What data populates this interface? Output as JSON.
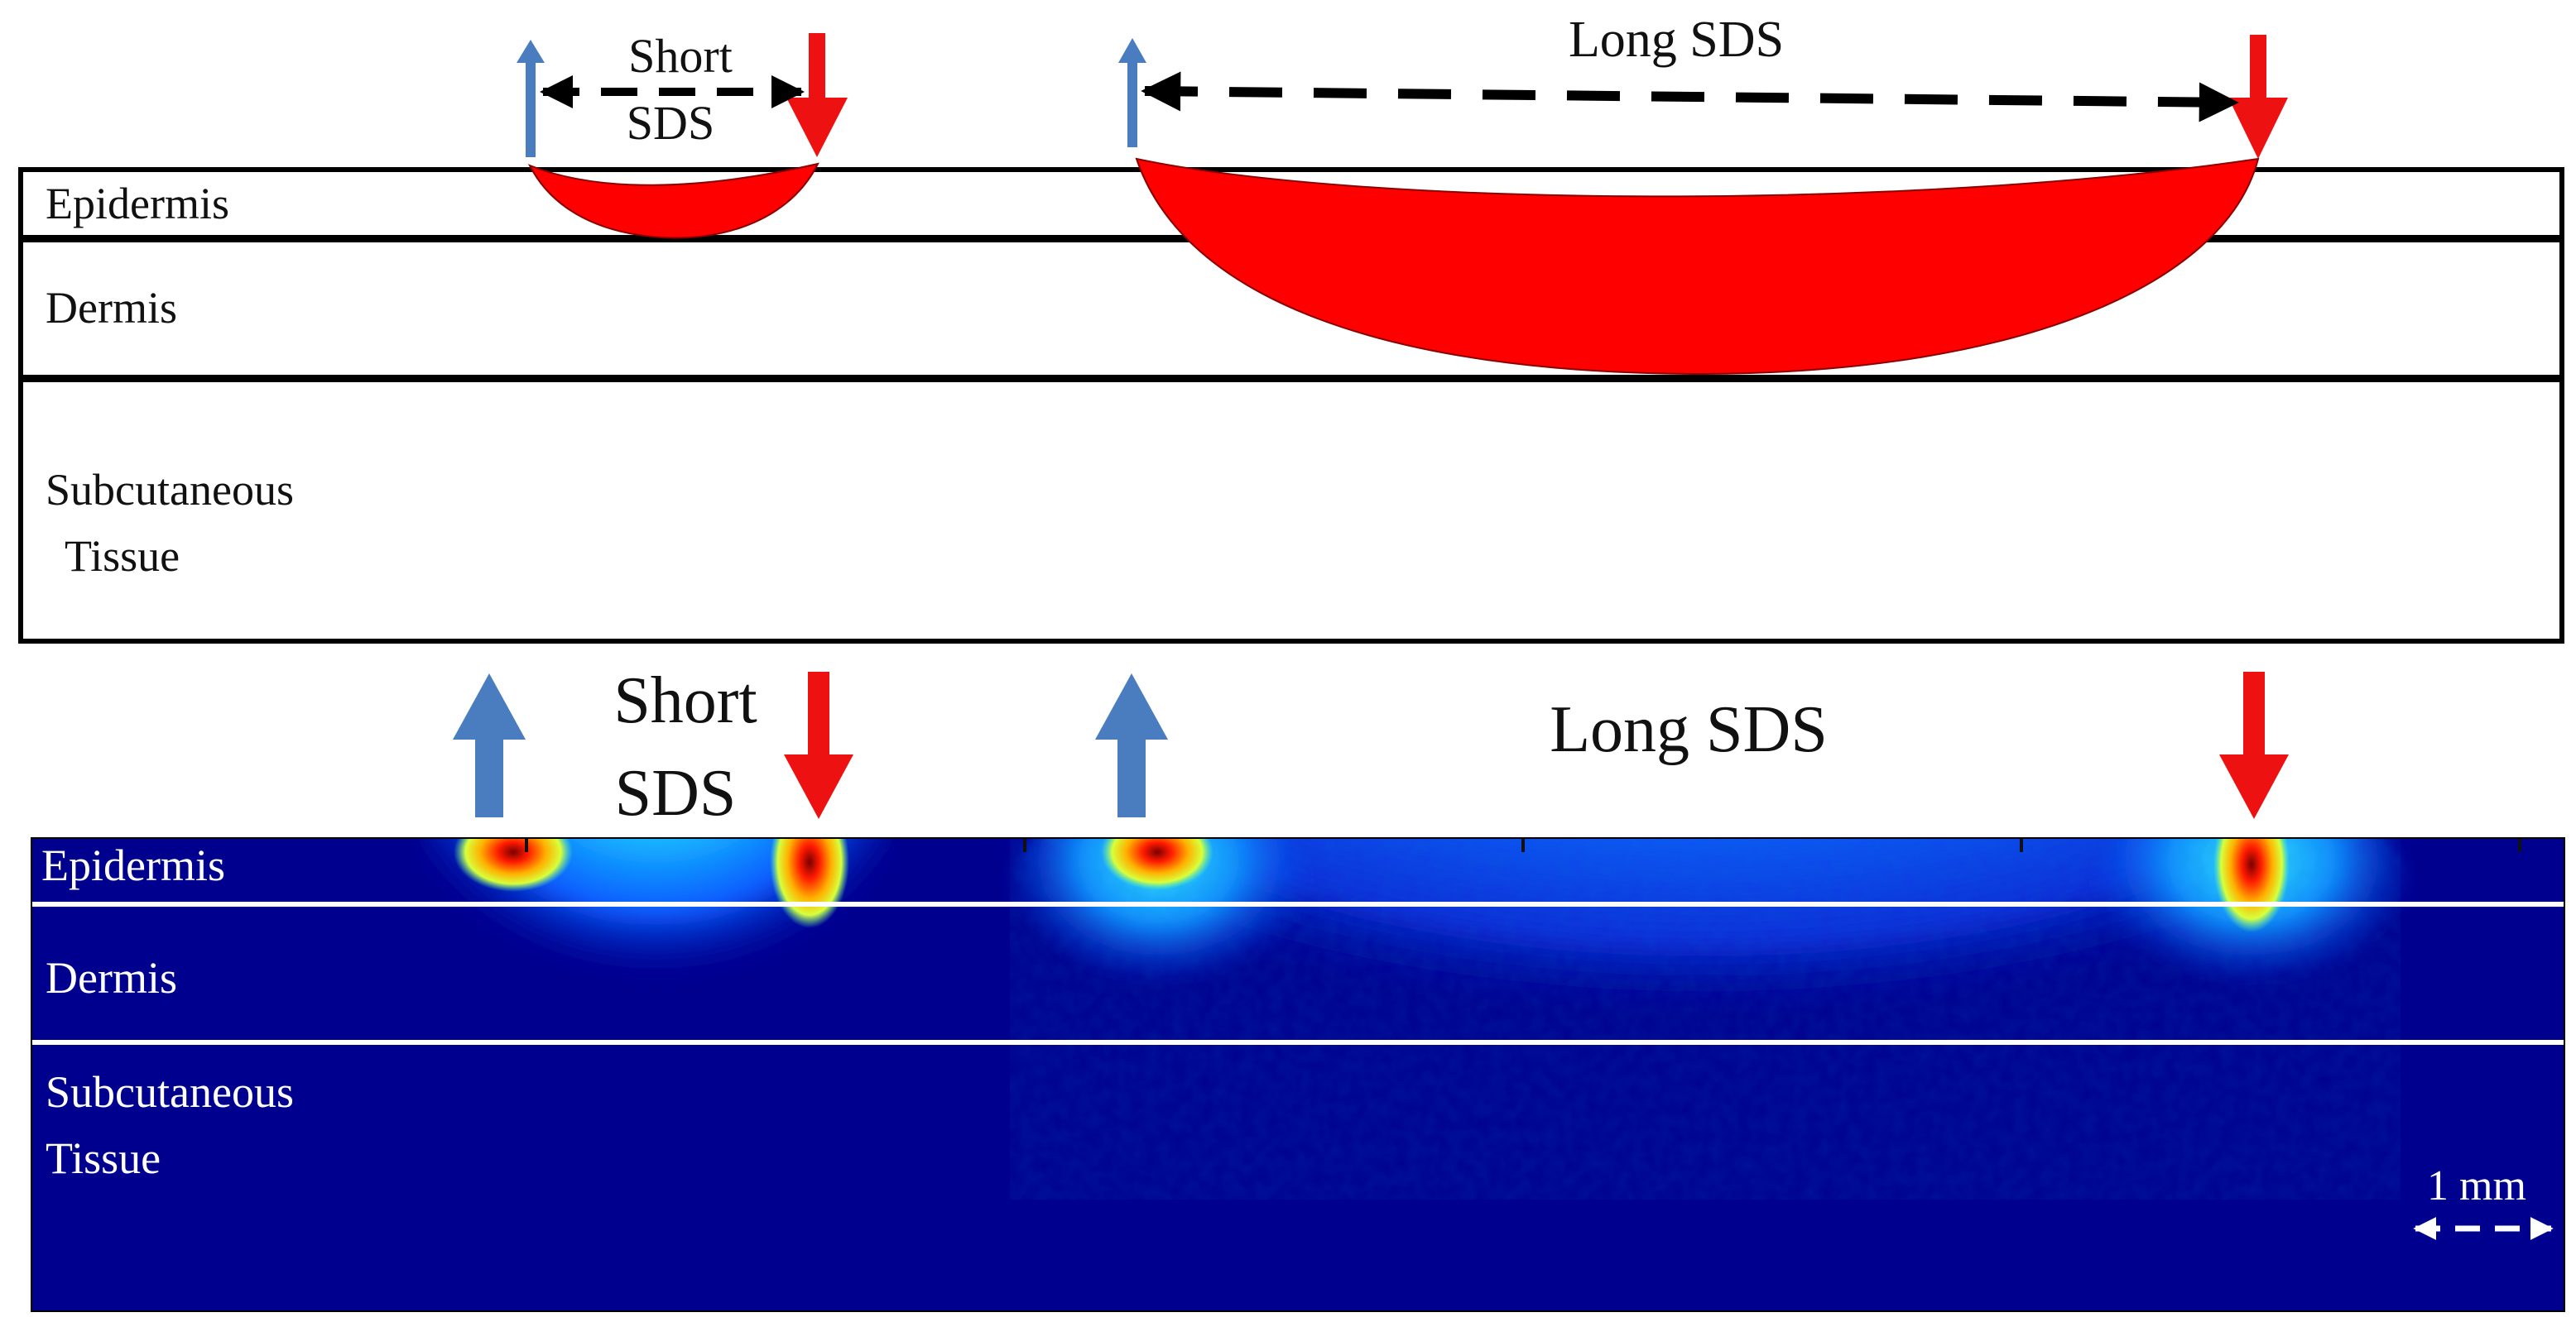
{
  "top_panel": {
    "short_label_line1": "Short",
    "short_label_line2": "SDS",
    "long_label": "Long SDS",
    "layers": {
      "epidermis": "Epidermis",
      "dermis": "Dermis",
      "subcutaneous_line1": "Subcutaneous",
      "subcutaneous_line2": "Tissue"
    }
  },
  "bottom_panel": {
    "short_label_line1": "Short",
    "short_label_line2": "SDS",
    "long_label": "Long SDS",
    "layers": {
      "epidermis": "Epidermis",
      "dermis": "Dermis",
      "subcutaneous_line1": "Subcutaneous",
      "subcutaneous_line2": "Tissue"
    },
    "scale_bar_label": "1 mm"
  },
  "colors": {
    "source_arrow": "#4a7cc0",
    "detector_arrow": "#ee1111",
    "banana_fill": "#ff0000",
    "heatmap_background": "#00008f",
    "layer_outline": "#000000",
    "layer_separator_bottom": "#ffffff"
  },
  "icons": {
    "source": "arrow-up-icon",
    "detector": "arrow-down-icon",
    "distance": "double-arrow-icon"
  }
}
